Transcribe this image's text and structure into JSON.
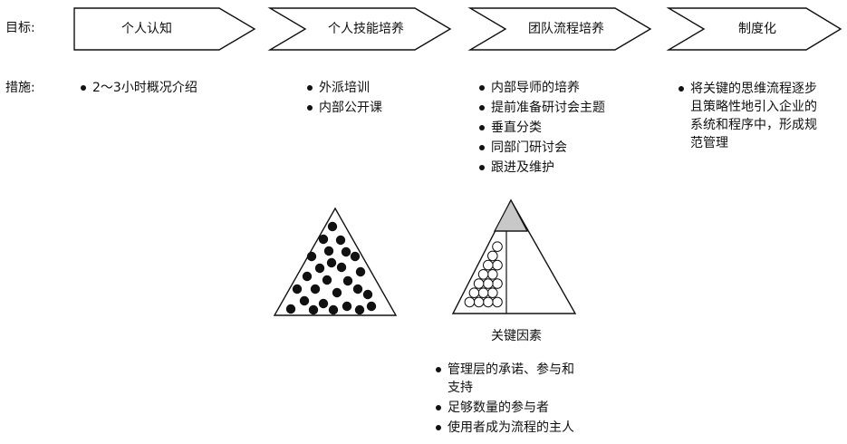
{
  "row_labels": {
    "goal": "目标:",
    "measures": "措施:"
  },
  "stages": [
    {
      "label": "个人认知"
    },
    {
      "label": "个人技能培养"
    },
    {
      "label": "团队流程培养"
    },
    {
      "label": "制度化"
    }
  ],
  "measures": {
    "stage1": [
      "2～3小时概况介绍"
    ],
    "stage2": [
      "外派培训",
      "内部公开课"
    ],
    "stage3": [
      "内部导师的培养",
      "提前准备研讨会主题",
      "垂直分类",
      "同部门研讨会",
      "跟进及维护"
    ],
    "stage4": [
      "将关键的思维流程逐步",
      "且策略性地引入企业的",
      "系统和程序中，形成规",
      "范管理"
    ]
  },
  "key_factors": {
    "heading": "关键因素",
    "items": [
      {
        "lines": [
          "管理层的承诺、参与和",
          "支持"
        ]
      },
      {
        "lines": [
          "足够数量的参与者"
        ]
      },
      {
        "lines": [
          "使用者成为流程的主人"
        ]
      }
    ]
  },
  "colors": {
    "line": "#111111",
    "fill_gray": "#c8c8c8",
    "background": "#ffffff"
  }
}
